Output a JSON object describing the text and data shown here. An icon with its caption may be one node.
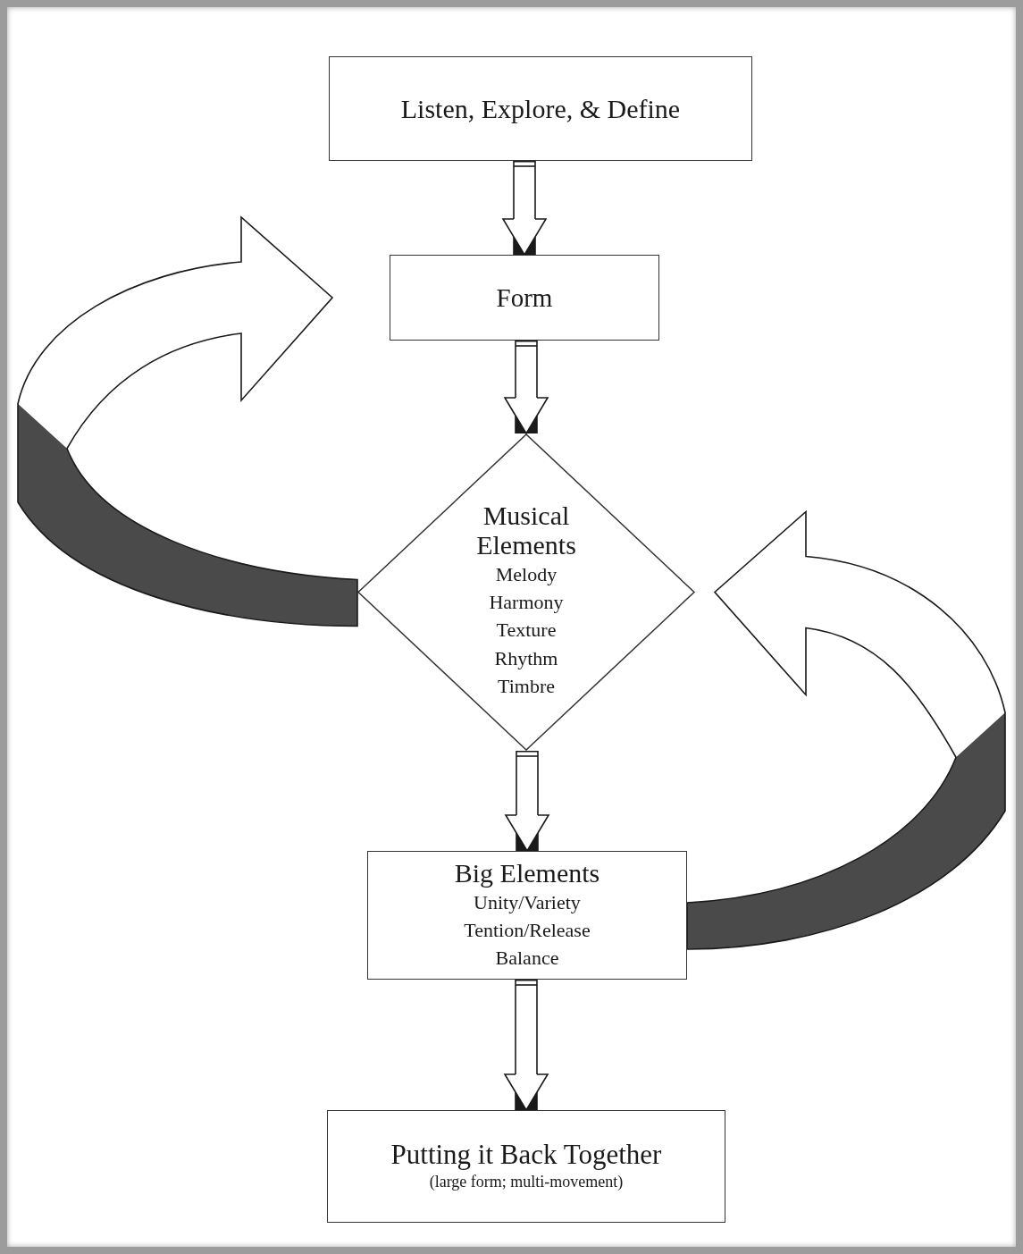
{
  "diagram": {
    "nodes": [
      {
        "text": [
          "Listen, Explore, & Define"
        ]
      },
      {
        "text": [
          "Form"
        ]
      },
      {
        "text": [
          "Musical Elements",
          "Melody",
          "Harmony",
          "Texture",
          "Rhythm",
          "Timbre"
        ]
      },
      {
        "text": [
          "Big Elements",
          "Unity/Variety",
          "Tention/Release",
          "Balance"
        ]
      },
      {
        "text": [
          "Putting it Back Together",
          "(large form; multi-movement)"
        ]
      }
    ],
    "edges": [
      {
        "from": 0,
        "to": 1,
        "arrow": "to"
      },
      {
        "from": 1,
        "to": 2,
        "arrow": "to"
      },
      {
        "from": 2,
        "to": 3,
        "arrow": "to"
      },
      {
        "from": 3,
        "to": 4,
        "arrow": "to"
      },
      {
        "from": 2,
        "to": 1,
        "arrow": "to"
      },
      {
        "from": 3,
        "to": 2,
        "arrow": "to"
      }
    ]
  }
}
